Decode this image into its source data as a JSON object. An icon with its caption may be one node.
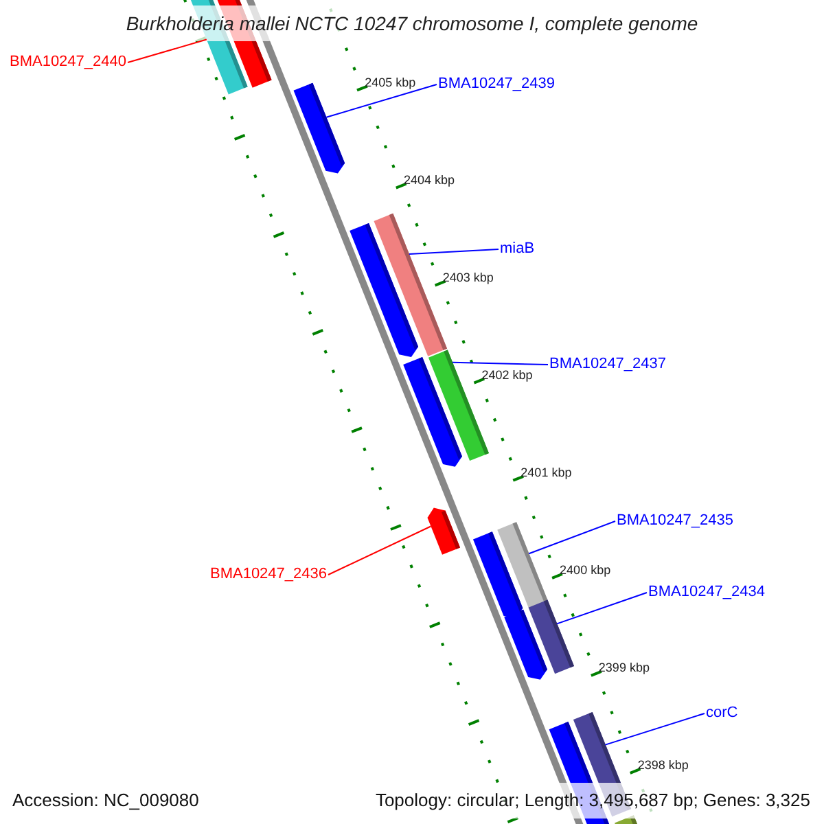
{
  "diagram": {
    "title": "Burkholderia mallei NCTC 10247 chromosome I, complete genome",
    "nodes": [
      {
        "text": [
          "BMA10247_2440"
        ]
      },
      {
        "text": [
          "BMA10247_2439"
        ]
      },
      {
        "text": [
          "miaB"
        ]
      },
      {
        "text": [
          "BMA10247_2437"
        ]
      },
      {
        "text": [
          "BMA10247_2435"
        ]
      },
      {
        "text": [
          "BMA10247_2434"
        ]
      },
      {
        "text": [
          "corC"
        ]
      },
      {
        "text": [
          "BMA10247_2436"
        ]
      },
      {
        "text": [],
        "shape": "bar"
      },
      {
        "text": [],
        "shape": "bar"
      },
      {
        "text": [],
        "shape": "bar"
      },
      {
        "text": [],
        "shape": "bar"
      },
      {
        "text": [],
        "shape": "bar"
      },
      {
        "text": [],
        "shape": "bar"
      },
      {
        "text": [],
        "shape": "bar"
      },
      {
        "text": [],
        "shape": "bar"
      }
    ],
    "edges": [
      {
        "from": 0,
        "to": 8,
        "arrow": "none",
        "color": "#ff0000"
      },
      {
        "from": 1,
        "to": 9,
        "arrow": "none"
      },
      {
        "from": 2,
        "to": 10,
        "arrow": "none"
      },
      {
        "from": 3,
        "to": 11,
        "arrow": "none"
      },
      {
        "from": 4,
        "to": 13,
        "arrow": "none"
      },
      {
        "from": 5,
        "to": 14,
        "arrow": "none"
      },
      {
        "from": 6,
        "to": 15,
        "arrow": "none"
      },
      {
        "from": 7,
        "to": 12,
        "arrow": "none",
        "color": "#ff0000"
      }
    ],
    "labels": [
      "2405 kbp",
      "2404 kbp",
      "2403 kbp",
      "2402 kbp",
      "2401 kbp",
      "2400 kbp",
      "2399 kbp",
      "2398 kbp",
      "Accession: NC_009080",
      "Topology: circular; Length: 3,495,687 bp; Genes: 3,325"
    ]
  }
}
